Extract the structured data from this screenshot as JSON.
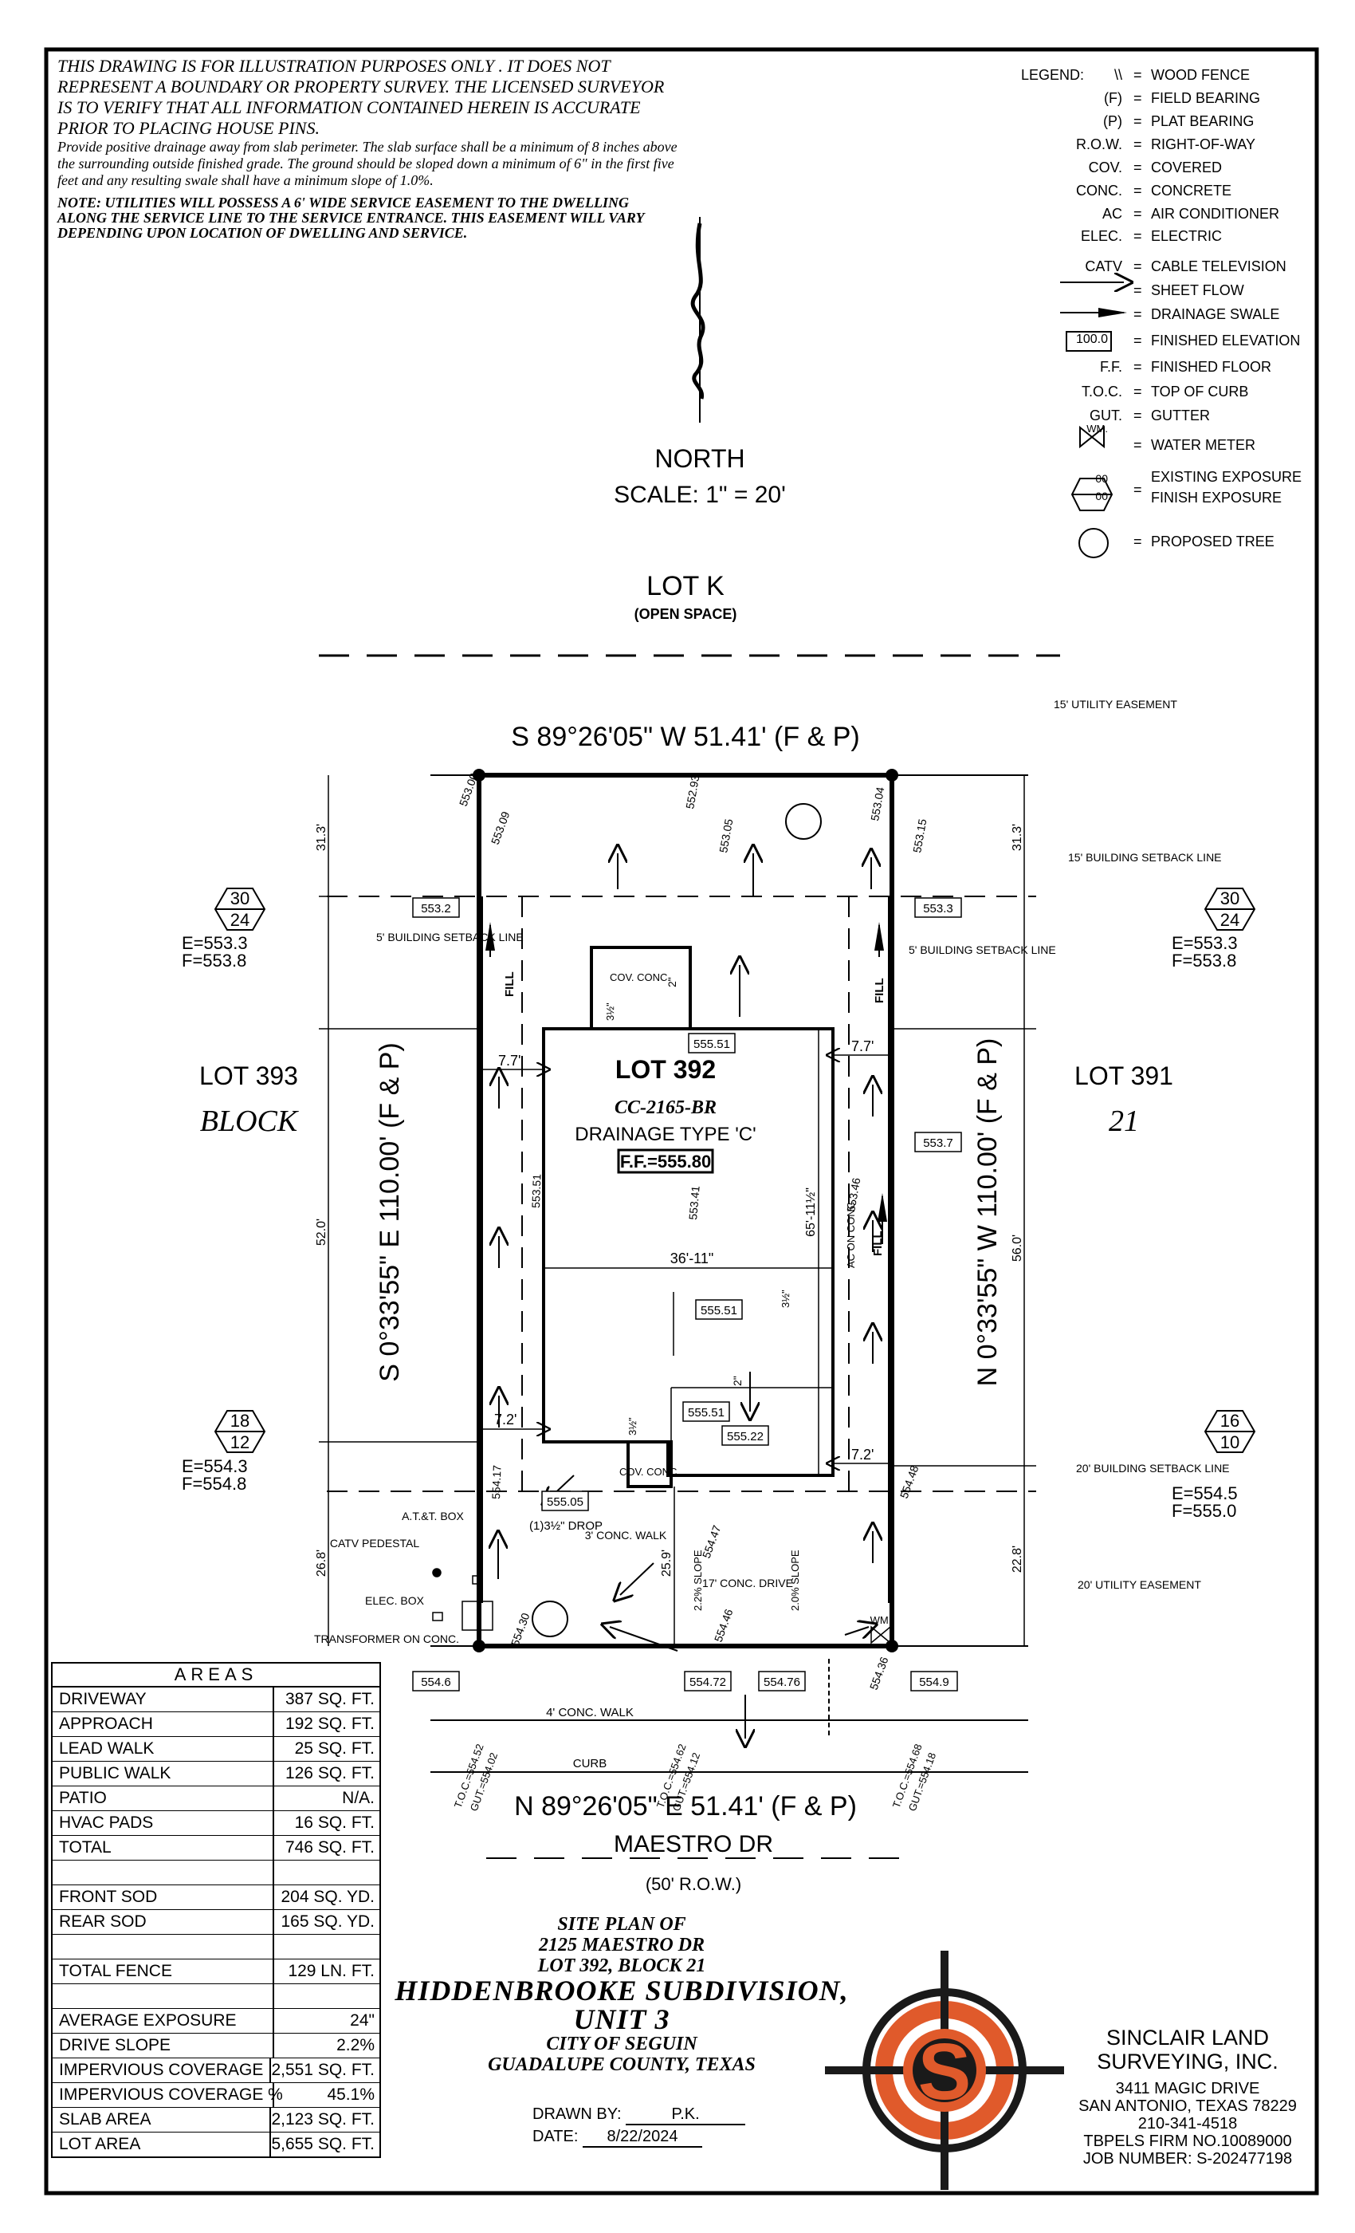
{
  "disclaimer": {
    "line1": "THIS DRAWING IS FOR ILLUSTRATION PURPOSES ONLY . IT DOES NOT REPRESENT A BOUNDARY OR PROPERTY SURVEY. THE LICENSED SURVEYOR IS TO VERIFY THAT ALL INFORMATION CONTAINED HEREIN IS ACCURATE PRIOR TO PLACING HOUSE PINS.",
    "drainage": "Provide positive drainage away from slab perimeter. The slab surface shall be a minimum of 8 inches above the surrounding outside finished grade. The ground should be sloped down a minimum of 6\" in the first five feet and any resulting swale shall have a minimum slope of 1.0%.",
    "note": "NOTE: UTILITIES WILL POSSESS A 6' WIDE SERVICE EASEMENT TO THE DWELLING ALONG THE SERVICE LINE TO THE SERVICE ENTRANCE. THIS EASEMENT WILL VARY DEPENDING UPON LOCATION OF DWELLING AND SERVICE."
  },
  "north": {
    "label": "NORTH",
    "scale": "SCALE: 1\" = 20'"
  },
  "legend": {
    "header": "LEGEND:",
    "items": [
      {
        "abbr": "\\\\",
        "desc": "WOOD FENCE"
      },
      {
        "abbr": "(F)",
        "desc": "FIELD BEARING"
      },
      {
        "abbr": "(P)",
        "desc": "PLAT BEARING"
      },
      {
        "abbr": "R.O.W.",
        "desc": "RIGHT-OF-WAY"
      },
      {
        "abbr": "COV.",
        "desc": "COVERED"
      },
      {
        "abbr": "CONC.",
        "desc": "CONCRETE"
      },
      {
        "abbr": "AC",
        "desc": "AIR CONDITIONER"
      },
      {
        "abbr": "ELEC.",
        "desc": "ELECTRIC"
      },
      {
        "abbr": "CATV",
        "desc": "CABLE TELEVISION"
      },
      {
        "abbr": "",
        "desc": "SHEET FLOW"
      },
      {
        "abbr": "",
        "desc": "DRAINAGE SWALE"
      },
      {
        "abbr": "100.0",
        "desc": "FINISHED ELEVATION"
      },
      {
        "abbr": "F.F.",
        "desc": "FINISHED FLOOR"
      },
      {
        "abbr": "T.O.C.",
        "desc": "TOP OF CURB"
      },
      {
        "abbr": "GUT.",
        "desc": "GUTTER"
      },
      {
        "abbr": "WM.",
        "desc": "WATER METER"
      },
      {
        "abbr": "00",
        "desc": "EXISTING EXPOSURE"
      },
      {
        "abbr": "00",
        "desc": "FINISH EXPOSURE"
      },
      {
        "abbr": "",
        "desc": "PROPOSED TREE"
      }
    ]
  },
  "plan": {
    "lot_k": "LOT K",
    "open_space": "(OPEN SPACE)",
    "north_bearing": "S 89°26'05\" W 51.41' (F & P)",
    "south_bearing": "N 89°26'05\" E 51.41' (F & P)",
    "west_bearing": "S 0°33'55\" E 110.00' (F & P)",
    "east_bearing": "N 0°33'55\" W 110.00' (F & P)",
    "lot_393": "LOT 393",
    "block": "BLOCK",
    "lot_391": "LOT 391",
    "block_no": "21",
    "lot_392": "LOT 392",
    "plan_code": "CC-2165-BR",
    "drainage_type": "DRAINAGE TYPE 'C'",
    "ff": "F.F.=555.80",
    "street": "MAESTRO DR",
    "row": "(50' R.O.W.)",
    "utility_15": "15' UTILITY EASEMENT",
    "bsl_15": "15' BUILDING SETBACK LINE",
    "bsl_5_left": "5' BUILDING SETBACK LINE",
    "bsl_5_right": "5' BUILDING SETBACK LINE",
    "bsl_20": "20' BUILDING SETBACK LINE",
    "utility_20": "20' UTILITY EASEMENT",
    "dims": {
      "top_left": "31.3'",
      "top_right": "31.3'",
      "mid_left": "52.0'",
      "mid_right": "56.0'",
      "bot_left": "26.8'",
      "bot_right": "22.8'",
      "side_left_top": "7.7'",
      "side_right_top": "7.7'",
      "side_left_bot": "7.2'",
      "side_right_bot": "7.2'",
      "house_width": "36'-11\"",
      "house_depth": "65'-11½\"",
      "drive_front": "25.9'"
    },
    "exposures": {
      "nw": {
        "existing": "30",
        "finish": "24",
        "e": "E=553.3",
        "f": "F=553.8"
      },
      "ne": {
        "existing": "30",
        "finish": "24",
        "e": "E=553.3",
        "f": "F=553.8"
      },
      "sw": {
        "existing": "18",
        "finish": "12",
        "e": "E=554.3",
        "f": "F=554.8"
      },
      "se": {
        "existing": "16",
        "finish": "10",
        "e": "E=554.5",
        "f": "F=555.0"
      }
    },
    "elev_boxes": [
      "553.2",
      "553.3",
      "555.51",
      "553.7",
      "555.51",
      "555.51",
      "555.22",
      "555.05",
      "554.6",
      "554.72",
      "554.76",
      "554.9"
    ],
    "spot_elevs": [
      "553.00",
      "553.09",
      "552.93",
      "553.05",
      "553.04",
      "553.15",
      "553.51",
      "553.41",
      "553.46",
      "554.17",
      "554.47",
      "554.46",
      "554.30",
      "554.48",
      "554.36"
    ],
    "labels": {
      "cov_conc": "COV. CONC.",
      "cov_conc_front": "COV. CONC.",
      "ac_on_conc": "AC ON CONC.",
      "drop": "(1)3½\" DROP",
      "walk": "3' CONC. WALK",
      "drive": "17' CONC. DRIVE",
      "slope1": "2.2% SLOPE",
      "slope2": "2.0% SLOPE",
      "catv": "CATV PEDESTAL",
      "att": "A.T.&T. BOX",
      "elec": "ELEC. BOX",
      "transformer": "TRANSFORMER ON CONC.",
      "wm": "WM.",
      "conc_walk_4": "4' CONC. WALK",
      "curb": "CURB",
      "fill": "FILL",
      "toc1": "T.O.C.=554.52",
      "gut1": "GUT.=554.02",
      "toc2": "T.O.C.=554.62",
      "gut2": "GUT.=554.12",
      "toc3": "T.O.C.=554.68",
      "gut3": "GUT.=554.18",
      "step1": "3½\"",
      "step2": "3½\"",
      "step3": "3½\"",
      "swale2a": "2\"",
      "swale2b": "2\""
    }
  },
  "areas": {
    "title": "AREAS",
    "rows": [
      {
        "label": "DRIVEWAY",
        "value": "387 SQ. FT."
      },
      {
        "label": "APPROACH",
        "value": "192 SQ. FT."
      },
      {
        "label": "LEAD WALK",
        "value": "25 SQ. FT."
      },
      {
        "label": "PUBLIC WALK",
        "value": "126 SQ. FT."
      },
      {
        "label": "PATIO",
        "value": "N/A."
      },
      {
        "label": "HVAC PADS",
        "value": "16 SQ. FT."
      },
      {
        "label": "TOTAL",
        "value": "746 SQ. FT."
      },
      {
        "label": "",
        "value": ""
      },
      {
        "label": "FRONT SOD",
        "value": "204 SQ. YD."
      },
      {
        "label": "REAR SOD",
        "value": "165 SQ. YD."
      },
      {
        "label": "",
        "value": ""
      },
      {
        "label": "TOTAL FENCE",
        "value": "129 LN. FT."
      },
      {
        "label": "",
        "value": ""
      },
      {
        "label": "AVERAGE EXPOSURE",
        "value": "24\""
      },
      {
        "label": "DRIVE SLOPE",
        "value": "2.2%"
      },
      {
        "label": "IMPERVIOUS COVERAGE",
        "value": "2,551 SQ. FT."
      },
      {
        "label": "IMPERVIOUS COVERAGE %",
        "value": "45.1%"
      },
      {
        "label": "SLAB AREA",
        "value": "2,123 SQ. FT."
      },
      {
        "label": "LOT AREA",
        "value": "5,655 SQ. FT."
      }
    ]
  },
  "site_plan": {
    "line1": "SITE PLAN OF",
    "line2": "2125 MAESTRO DR",
    "line3": "LOT 392, BLOCK 21",
    "line4": "HIDDENBROOKE SUBDIVISION,",
    "line5": "UNIT 3",
    "line6": "CITY OF SEGUIN",
    "line7": "GUADALUPE COUNTY, TEXAS"
  },
  "drawn": {
    "by_label": "DRAWN BY:",
    "by": "P.K.",
    "date_label": "DATE:",
    "date": "8/22/2024"
  },
  "company": {
    "logo_letter": "S",
    "name1": "SINCLAIR LAND",
    "name2": "SURVEYING, INC.",
    "addr1": "3411 MAGIC DRIVE",
    "addr2": "SAN ANTONIO, TEXAS 78229",
    "phone": "210-341-4518",
    "firm": "TBPELS FIRM NO.10089000",
    "job": "JOB NUMBER: S-202477198"
  },
  "colors": {
    "logo_orange": "#e05a2b",
    "logo_dark": "#1a1a1a",
    "line": "#000000"
  }
}
